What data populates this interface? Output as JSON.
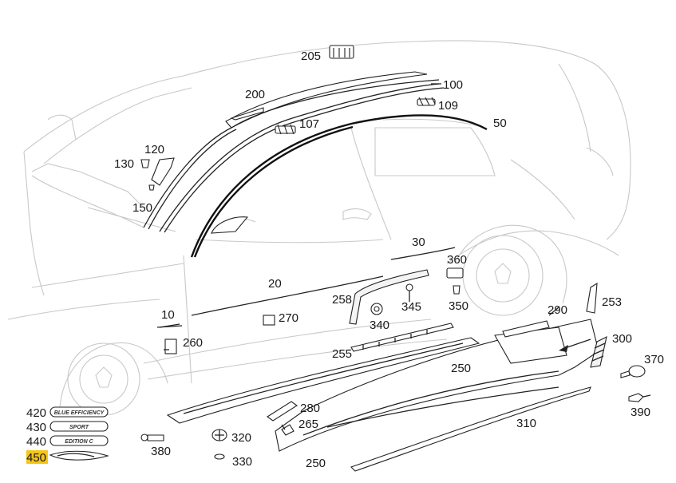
{
  "diagram": {
    "callouts": [
      {
        "id": "c205",
        "label": "205"
      },
      {
        "id": "c200",
        "label": "200"
      },
      {
        "id": "c100",
        "label": "100"
      },
      {
        "id": "c109",
        "label": "109"
      },
      {
        "id": "c107",
        "label": "107"
      },
      {
        "id": "c50",
        "label": "50"
      },
      {
        "id": "c120",
        "label": "120"
      },
      {
        "id": "c130",
        "label": "130"
      },
      {
        "id": "c150",
        "label": "150"
      },
      {
        "id": "c30",
        "label": "30"
      },
      {
        "id": "c360",
        "label": "360"
      },
      {
        "id": "c20",
        "label": "20"
      },
      {
        "id": "c258",
        "label": "258"
      },
      {
        "id": "c345",
        "label": "345"
      },
      {
        "id": "c350",
        "label": "350"
      },
      {
        "id": "c290",
        "label": "290"
      },
      {
        "id": "c253",
        "label": "253"
      },
      {
        "id": "c10",
        "label": "10"
      },
      {
        "id": "c270",
        "label": "270"
      },
      {
        "id": "c340",
        "label": "340"
      },
      {
        "id": "c300",
        "label": "300"
      },
      {
        "id": "c260",
        "label": "260"
      },
      {
        "id": "c255",
        "label": "255"
      },
      {
        "id": "c250a",
        "label": "250"
      },
      {
        "id": "c370",
        "label": "370"
      },
      {
        "id": "c390",
        "label": "390"
      },
      {
        "id": "c420",
        "label": "420"
      },
      {
        "id": "c280",
        "label": "280"
      },
      {
        "id": "c265",
        "label": "265"
      },
      {
        "id": "c310",
        "label": "310"
      },
      {
        "id": "c430",
        "label": "430"
      },
      {
        "id": "c320",
        "label": "320"
      },
      {
        "id": "c440",
        "label": "440"
      },
      {
        "id": "c380",
        "label": "380"
      },
      {
        "id": "c450",
        "label": "450"
      },
      {
        "id": "c330",
        "label": "330"
      },
      {
        "id": "c250b",
        "label": "250"
      }
    ],
    "badges": {
      "b420": "BLUE EFFICIENCY",
      "b430": "SPORT",
      "b440": "EDITION C"
    },
    "highlight_color": "#f5c518"
  }
}
